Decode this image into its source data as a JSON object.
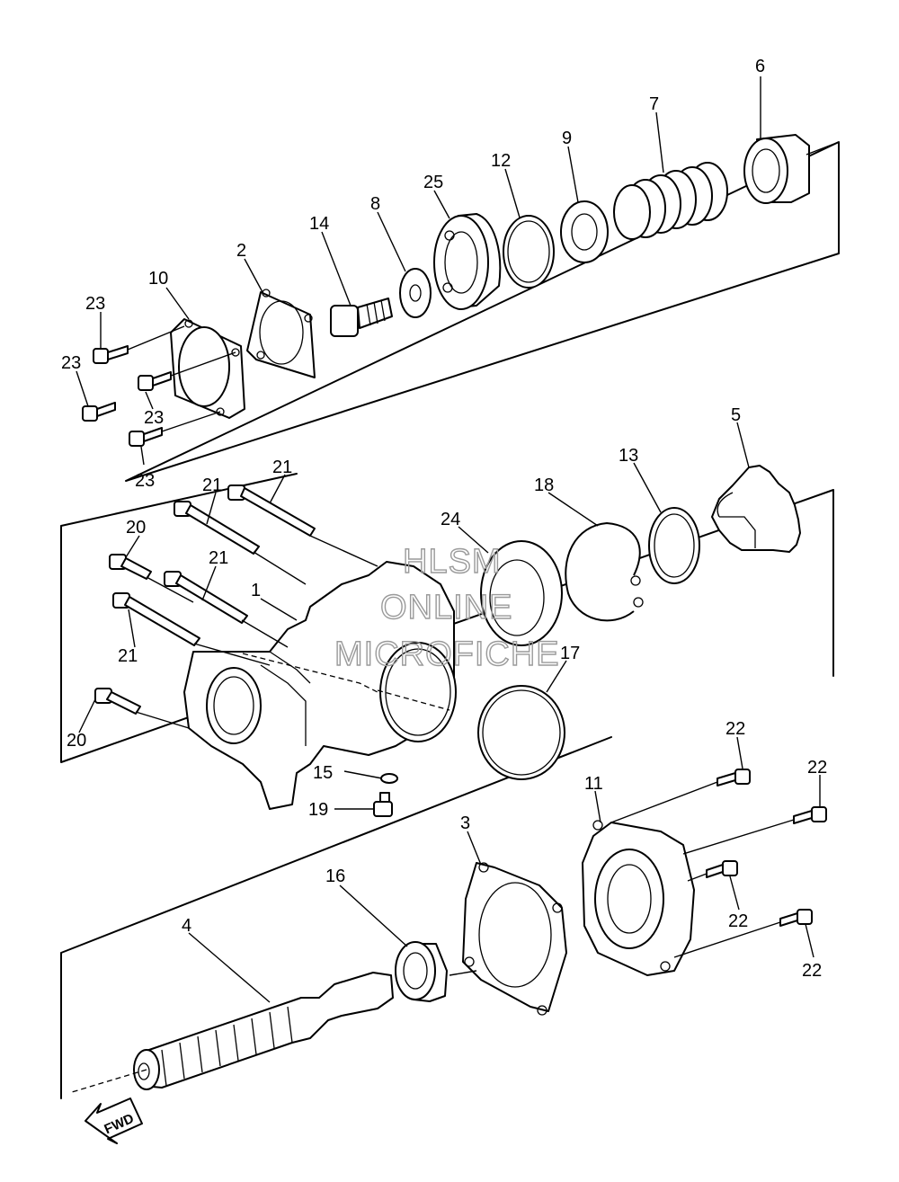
{
  "watermark": [
    "HLSM",
    "ONLINE",
    "MICROFICHE"
  ],
  "direction_label": "FWD",
  "callouts": {
    "c1": "1",
    "c2": "2",
    "c3": "3",
    "c4": "4",
    "c5": "5",
    "c6": "6",
    "c7": "7",
    "c8": "8",
    "c9": "9",
    "c10": "10",
    "c11": "11",
    "c12": "12",
    "c13": "13",
    "c14": "14",
    "c15": "15",
    "c16": "16",
    "c17": "17",
    "c18": "18",
    "c19": "19",
    "c20a": "20",
    "c20b": "20",
    "c21a": "21",
    "c21b": "21",
    "c21c": "21",
    "c21d": "21",
    "c22a": "22",
    "c22b": "22",
    "c22c": "22",
    "c22d": "22",
    "c23a": "23",
    "c23b": "23",
    "c23c": "23",
    "c23d": "23",
    "c24": "24",
    "c25": "25"
  }
}
